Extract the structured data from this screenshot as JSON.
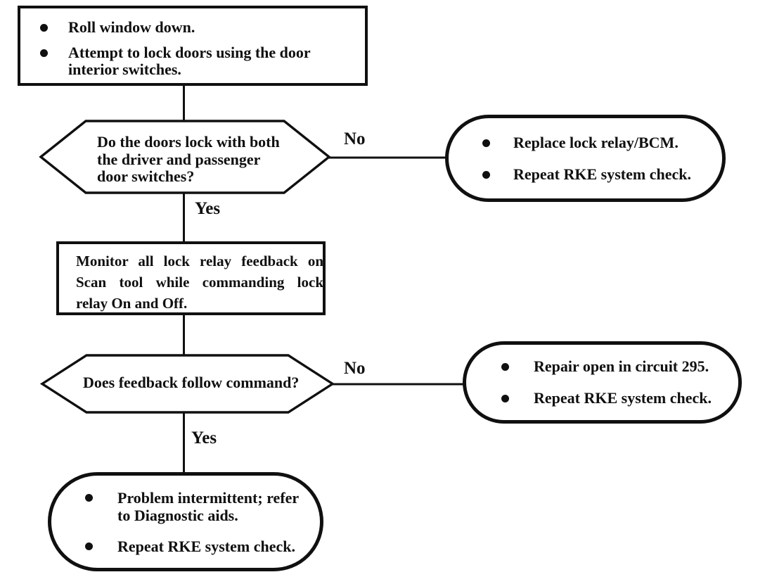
{
  "colors": {
    "ink": "#101010",
    "paper": "#ffffff"
  },
  "flowchart": {
    "start": {
      "bullets": [
        {
          "lines": [
            "Roll window down."
          ]
        },
        {
          "lines": [
            "Attempt to lock doors using the door",
            "interior switches."
          ]
        }
      ]
    },
    "decision1": {
      "lines": [
        "Do the doors lock with both",
        "the driver and passenger",
        "door switches?"
      ],
      "no_label": "No",
      "yes_label": "Yes"
    },
    "action_no1": {
      "bullets": [
        {
          "lines": [
            "Replace lock relay/BCM."
          ]
        },
        {
          "lines": [
            "Repeat RKE system check."
          ]
        }
      ]
    },
    "process1": {
      "lines": [
        "Monitor all lock relay feedback on",
        "Scan tool while commanding lock",
        "relay On and Off."
      ]
    },
    "decision2": {
      "lines": [
        "Does feedback follow command?"
      ],
      "no_label": "No",
      "yes_label": "Yes"
    },
    "action_no2": {
      "bullets": [
        {
          "lines": [
            "Repair open in circuit 295."
          ]
        },
        {
          "lines": [
            "Repeat RKE system check."
          ]
        }
      ]
    },
    "action_final": {
      "bullets": [
        {
          "lines": [
            "Problem intermittent; refer",
            "to Diagnostic aids."
          ]
        },
        {
          "lines": [
            "Repeat RKE system check."
          ]
        }
      ]
    }
  }
}
